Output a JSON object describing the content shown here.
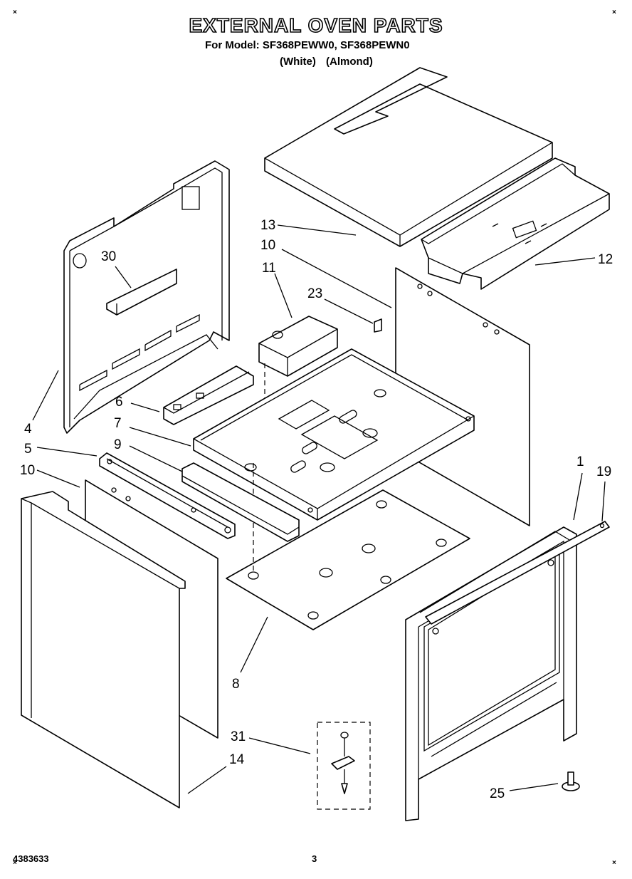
{
  "header": {
    "title": "EXTERNAL OVEN PARTS",
    "model_line": "For Model: SF368PEWW0, SF368PEWN0",
    "color_white": "(White)",
    "color_almond": "(Almond)"
  },
  "callouts": [
    "1",
    "4",
    "5",
    "6",
    "7",
    "8",
    "9",
    "10",
    "10",
    "11",
    "12",
    "13",
    "14",
    "19",
    "23",
    "25",
    "30",
    "31"
  ],
  "footer": {
    "part_number": "4383633",
    "page_number": "3"
  },
  "corner_marks": [
    "×",
    "×",
    "×",
    "×"
  ]
}
